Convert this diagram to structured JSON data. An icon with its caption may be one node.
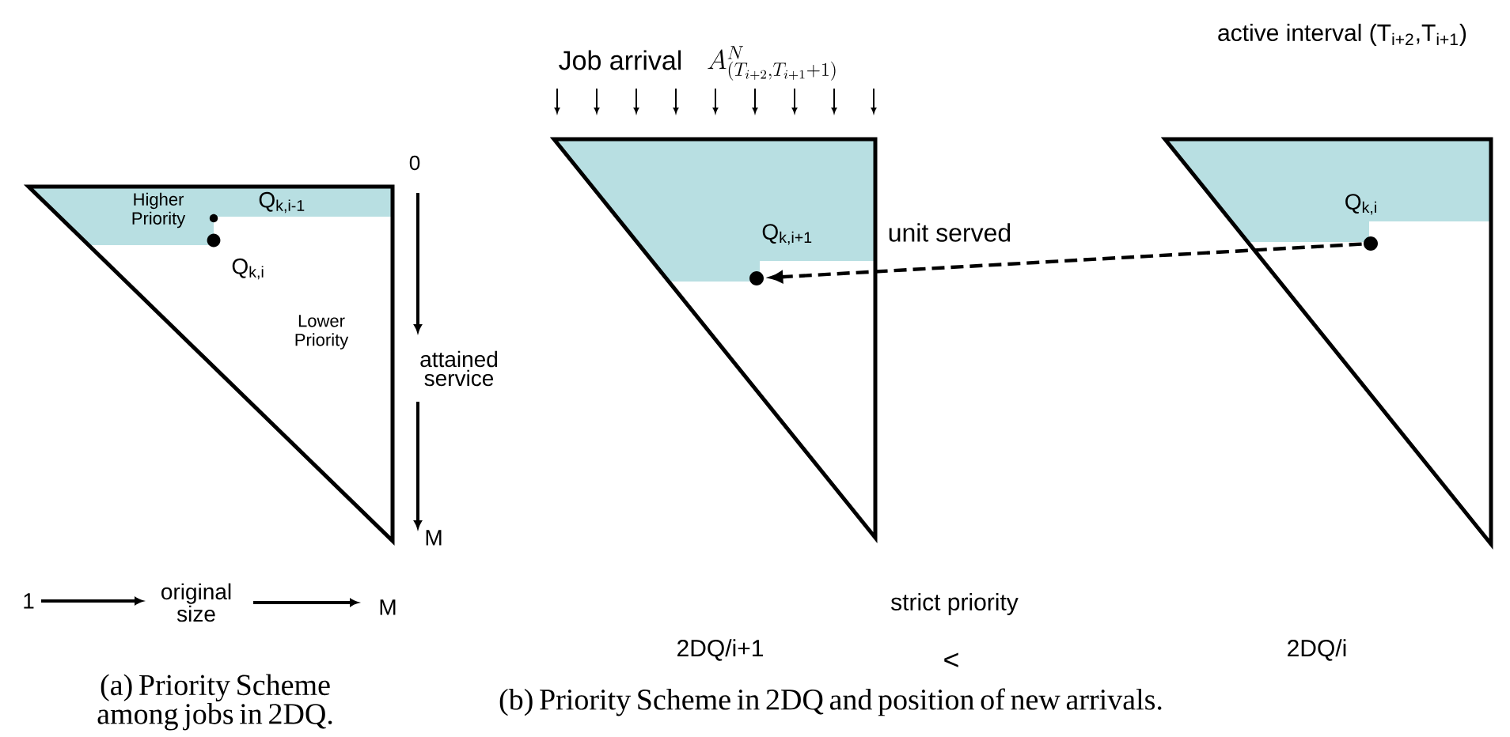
{
  "diagram": {
    "nodes": [
      {
        "text": [],
        "shape": "circle",
        "beside": [
          "Q$_{k,i-1}$"
        ]
      },
      {
        "text": [],
        "shape": "circle",
        "beside": [
          "Q$_{k,i}$"
        ]
      },
      {
        "text": [],
        "shape": "circle",
        "beside": [
          "Q$_{k,i+1}$"
        ]
      },
      {
        "text": [],
        "shape": "circle",
        "beside": [
          "Q$_{k,i}$"
        ]
      }
    ],
    "edges": [
      {
        "from": 3,
        "to": 2,
        "arrow": "to",
        "style": "dashed",
        "label": "unit served"
      }
    ],
    "labels": [
      "Higher Priority",
      "0",
      "Lower Priority",
      "attained service",
      "M",
      "1",
      "original size",
      "M",
      "Job arrival",
      "A^{N}_{(T_{i+2},T_{i+1}+1)}",
      "active interval (T$_{i+2}$,T$_{i+1}$)",
      "strict priority",
      "2DQ/i+1",
      "<",
      "2DQ/i",
      "(a) Priority Scheme among jobs in 2DQ.",
      "(b) Priority Scheme in 2DQ and position of new arrivals."
    ]
  }
}
